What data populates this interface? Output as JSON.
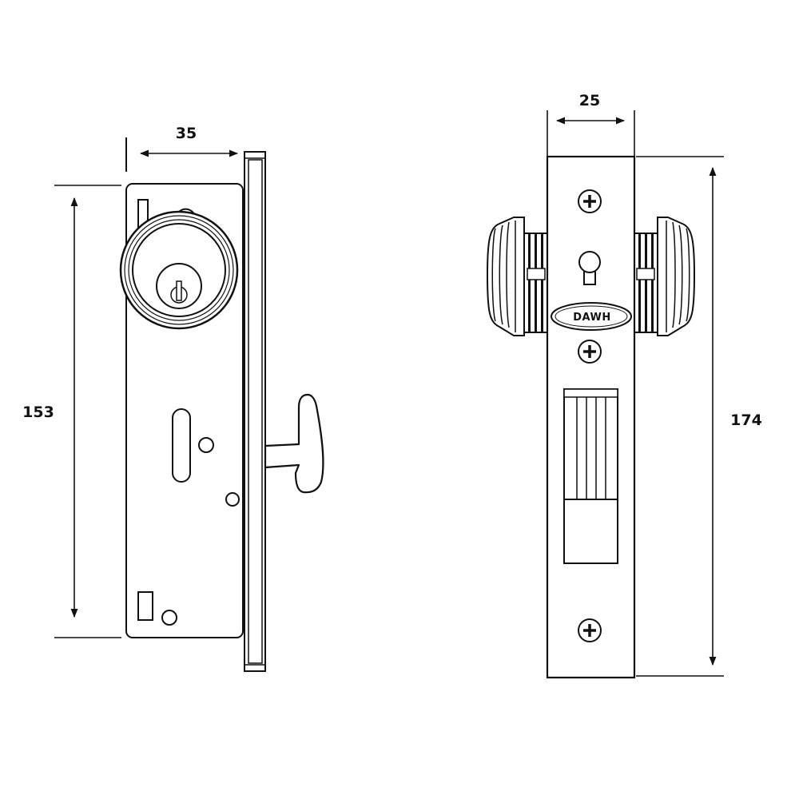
{
  "side_view": {
    "width_label": "35",
    "height_label": "153"
  },
  "front_view": {
    "width_label": "25",
    "height_label": "174",
    "logo_text": "DAWH"
  },
  "colors": {
    "line": "#111111",
    "background": "#ffffff"
  }
}
